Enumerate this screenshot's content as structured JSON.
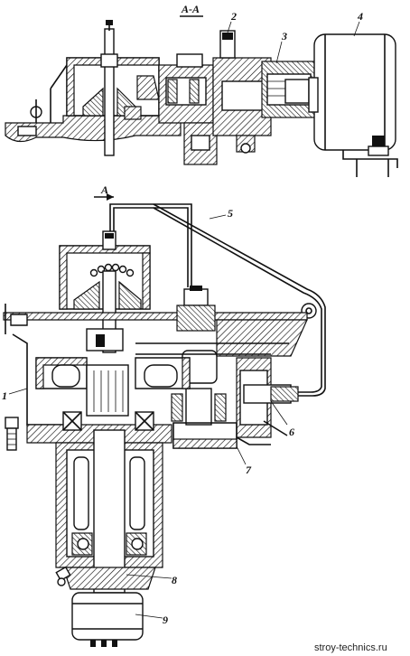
{
  "section_title": "А-А",
  "cut_mark": "А",
  "callouts": [
    "1",
    "2",
    "3",
    "4",
    "5",
    "6",
    "7",
    "8",
    "9"
  ],
  "watermark": "stroy-technics.ru"
}
